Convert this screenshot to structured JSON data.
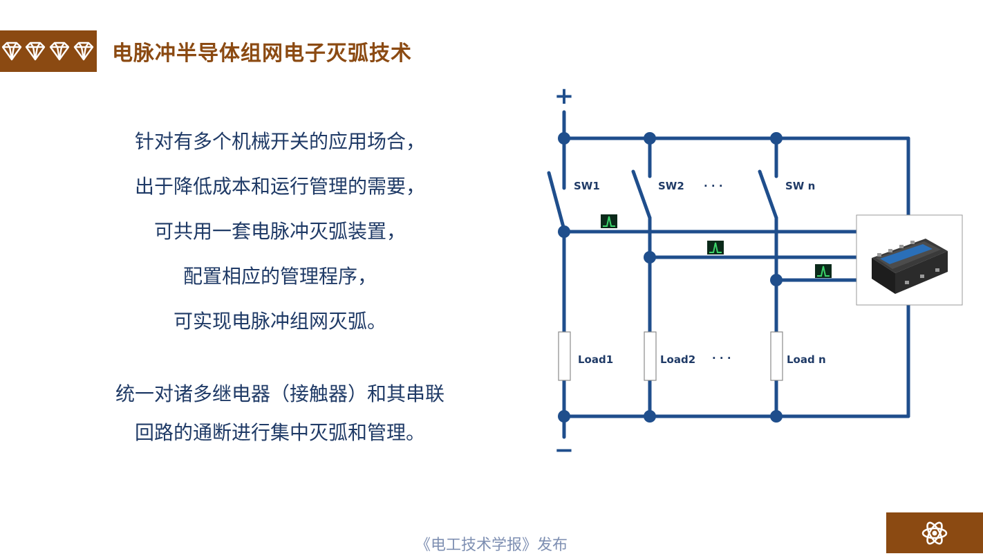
{
  "title": "电脉冲半导体组网电子灭弧技术",
  "paragraph1": [
    "针对有多个机械开关的应用场合，",
    "出于降低成本和运行管理的需要，",
    "可共用一套电脉冲灭弧装置，",
    "配置相应的管理程序，",
    "可实现电脉冲组网灭弧。"
  ],
  "paragraph2": [
    "统一对诸多继电器（接触器）和其串联",
    "回路的通断进行集中灭弧和管理。"
  ],
  "diagram": {
    "plus_label": "+",
    "minus_label": "−",
    "switches": [
      "SW1",
      "SW2",
      "SW n"
    ],
    "loads": [
      "Load1",
      "Load2",
      "Load n"
    ],
    "ellipsis": "· · ·",
    "colors": {
      "wire": "#1f4e8c",
      "brand": "#8b4a12",
      "signal": "#1fa04a"
    }
  },
  "footer": {
    "publisher": "《电工技术学报》发布",
    "corner_icon": "atom-icon"
  },
  "header_icons": [
    "diamond-icon",
    "diamond-icon",
    "diamond-icon",
    "diamond-icon"
  ]
}
